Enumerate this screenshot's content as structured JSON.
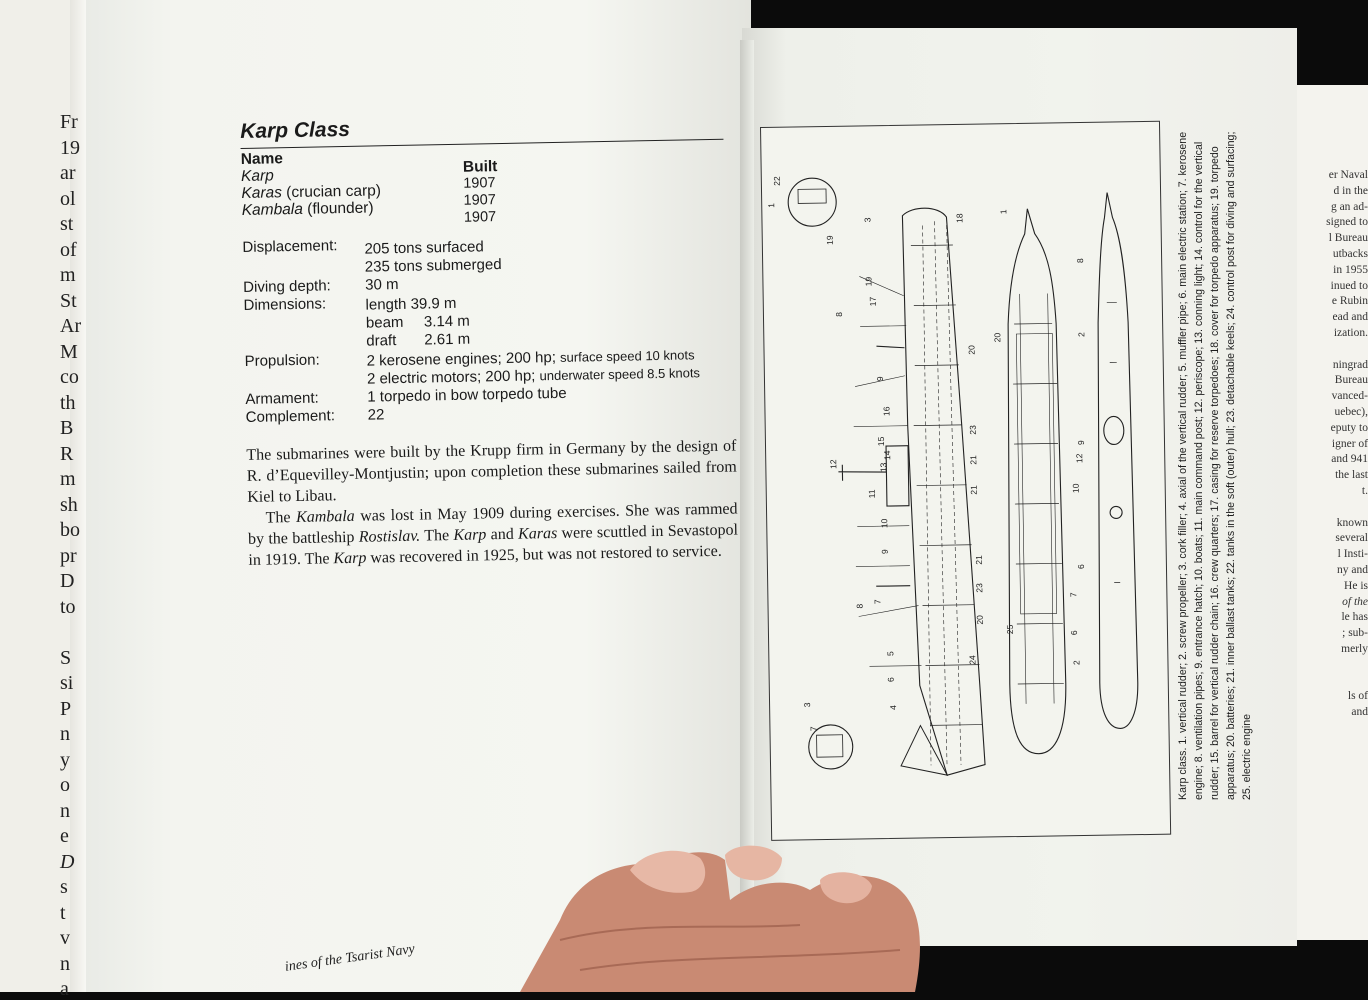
{
  "left_page": {
    "title": "Karp Class",
    "name_header": "Name",
    "built_header": "Built",
    "boats": [
      {
        "name": "Karp",
        "note": "",
        "built": "1907"
      },
      {
        "name": "Karas",
        "note": " (crucian carp)",
        "built": "1907"
      },
      {
        "name": "Kambala",
        "note": " (flounder)",
        "built": "1907"
      }
    ],
    "specs": {
      "displacement_label": "Displacement:",
      "displacement_1": "205 tons surfaced",
      "displacement_2": "235 tons submerged",
      "diving_label": "Diving depth:",
      "diving_value": "30 m",
      "dimensions_label": "Dimensions:",
      "dim_length": "length 39.9 m",
      "dim_beam_label": "beam",
      "dim_beam_value": "3.14 m",
      "dim_draft_label": "draft",
      "dim_draft_value": "2.61 m",
      "propulsion_label": "Propulsion:",
      "propulsion_1a": "2 kerosene engines; 200 hp;",
      "propulsion_1b": "surface speed 10 knots",
      "propulsion_2a": "2 electric motors; 200 hp;",
      "propulsion_2b": "underwater speed 8.5 knots",
      "armament_label": "Armament:",
      "armament_value": "1 torpedo in bow torpedo tube",
      "complement_label": "Complement:",
      "complement_value": "22"
    },
    "paragraph_1": "The submarines were built by the Krupp firm in Germany by the design of R. d’Equevilley-Montjustin; upon completion these submarines sailed from Kiel to Libau.",
    "paragraph_2_prefix": "The ",
    "paragraph_2_kambala": "Kambala",
    "paragraph_2_mid": " was lost in May 1909 during exercises. She was rammed by the battleship ",
    "paragraph_2_rostislav": "Rostislav.",
    "paragraph_2_mid2": " The ",
    "paragraph_2_karp": "Karp",
    "paragraph_2_and": " and ",
    "paragraph_2_karas": "Karas",
    "paragraph_2_mid3": " were scuttled in Sevastopol in 1919. The ",
    "paragraph_2_karp2": "Karp",
    "paragraph_2_end": " was recovered in 1925, but was not restored to service.",
    "footer": "ines of the Tsarist Navy"
  },
  "right_page": {
    "caption": "Karp class. 1. vertical rudder; 2. screw propeller; 3. cork filler; 4. axial of the vertical rudder; 5. muffler pipe; 6. main electric station; 7. kerosene engine; 8. ventilation pipes; 9. entrance hatch; 10. boats; 11. main command post; 12. periscope; 13. conning light; 14. control for the vertical rudder; 15. barrel for vertical rudder chain; 16. crew quarters; 17. casing for reserve torpedoes; 18. cover for torpedo apparatus; 19. torpedo apparatus; 20. batteries; 21. inner ballast tanks; 22. tanks in the soft (outer) hull; 23. detachable keels; 24. control post for diving and surfacing; 25. electric engine",
    "figure_labels": [
      "22",
      "19",
      "1",
      "3",
      "18",
      "19",
      "17",
      "8",
      "9",
      "16",
      "15",
      "14",
      "13",
      "12",
      "11",
      "10",
      "9",
      "8",
      "7",
      "5",
      "6",
      "4",
      "24",
      "20",
      "23",
      "21",
      "21",
      "21",
      "23",
      "20",
      "1",
      "20",
      "25",
      "2",
      "6",
      "7",
      "12",
      "9",
      "10",
      "6",
      "8",
      "2",
      "3",
      "7"
    ]
  },
  "background_right_fragments": [
    "er Naval",
    "d in the",
    "g an ad-",
    "signed to",
    "l Bureau",
    "utbacks",
    "in 1955",
    "inued to",
    "e Rubin",
    "ead and",
    "ization.",
    "",
    "ningrad",
    "Bureau",
    "vanced-",
    "uebec),",
    "eputy to",
    "igner of",
    "and 941",
    "the last",
    "t.",
    "",
    "known",
    "several",
    "l Insti-",
    "ny and",
    "He is",
    "of the",
    "le has",
    "; sub-",
    "merly",
    "",
    "",
    "ls of",
    "and"
  ],
  "background_left_fragments": [
    "Fr",
    "19",
    "ar",
    "ol",
    "st",
    "of",
    "m",
    "St",
    "Ar",
    "M",
    "co",
    "th",
    "B",
    "R",
    "m",
    "sh",
    "bo",
    "pr",
    "D",
    "to",
    "",
    "S",
    "si",
    "P",
    "n",
    "y",
    "o",
    "n",
    "e",
    "D",
    "s",
    "t",
    "v",
    "n",
    "a"
  ]
}
